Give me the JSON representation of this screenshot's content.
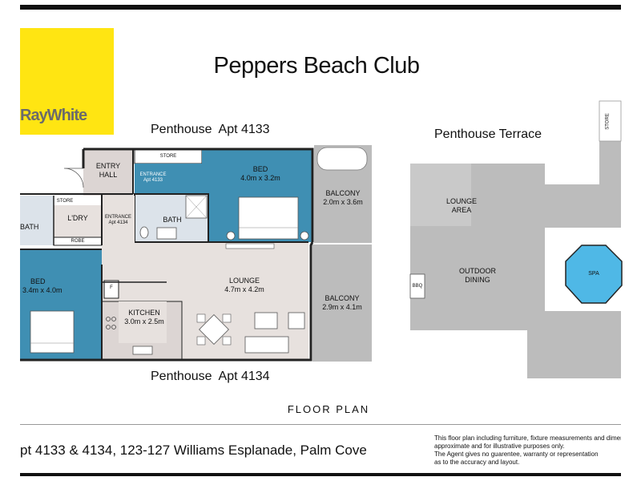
{
  "title": "Peppers Beach Club",
  "logo": {
    "text": "RayWhite",
    "bg": "#FFE512",
    "fg": "#6b6b6b"
  },
  "apt4133": {
    "title": "Penthouse  Apt 4133"
  },
  "apt4134": {
    "title": "Penthouse  Apt 4134"
  },
  "terrace": {
    "title": "Penthouse Terrace"
  },
  "rooms": {
    "entry_hall": {
      "name": "ENTRY",
      "name2": "HALL"
    },
    "store_top": {
      "name": "STORE"
    },
    "entrance_4133": {
      "name": "ENTRANCE",
      "sub": "Apt 4133"
    },
    "bed_top": {
      "name": "BED",
      "dim": "4.0m x 3.2m"
    },
    "balcony_top": {
      "name": "BALCONY",
      "dim": "2.0m x 3.6m"
    },
    "store_left": {
      "name": "STORE"
    },
    "laundry": {
      "name": "L'DRY"
    },
    "bath_left": {
      "name": "BATH"
    },
    "robe": {
      "name": "ROBE"
    },
    "entrance_4134": {
      "name": "ENTRANCE",
      "sub": "Apt 4134"
    },
    "bath_mid": {
      "name": "BATH"
    },
    "bed_bottom": {
      "name": "BED",
      "dim": "3.4m x 4.0m"
    },
    "lounge": {
      "name": "LOUNGE",
      "dim": "4.7m x 4.2m"
    },
    "kitchen": {
      "name": "KITCHEN",
      "dim": "3.0m x 2.5m"
    },
    "fridge": {
      "name": "F"
    },
    "balcony_bottom": {
      "name": "BALCONY",
      "dim": "2.9m x 4.1m"
    },
    "lounge_area": {
      "name": "LOUNGE",
      "name2": "AREA"
    },
    "outdoor_dining": {
      "name": "OUTDOOR",
      "name2": "DINING"
    },
    "bbq": {
      "name": "BBQ"
    },
    "spa": {
      "name": "SPA"
    },
    "store_right": {
      "name": "STORE"
    }
  },
  "floor_plan_label": "FLOOR PLAN",
  "address": "pt 4133 & 4134, 123-127 Williams Esplanade, Palm Cove",
  "disclaimer": {
    "line1": "This floor plan including furniture, fixture measurements and dimens",
    "line2": "approximate and for illustrative purposes only.",
    "line3": "The Agent gives no guarentee, warranty or representation",
    "line4": "as to the accuracy and layout."
  },
  "colors": {
    "blue": "#3F8FB3",
    "grey": "#BCBCBC",
    "floor": "#DCD5D3",
    "pale": "#E7E1DE",
    "wall": "#222222",
    "spa": "#4FB8E6"
  }
}
